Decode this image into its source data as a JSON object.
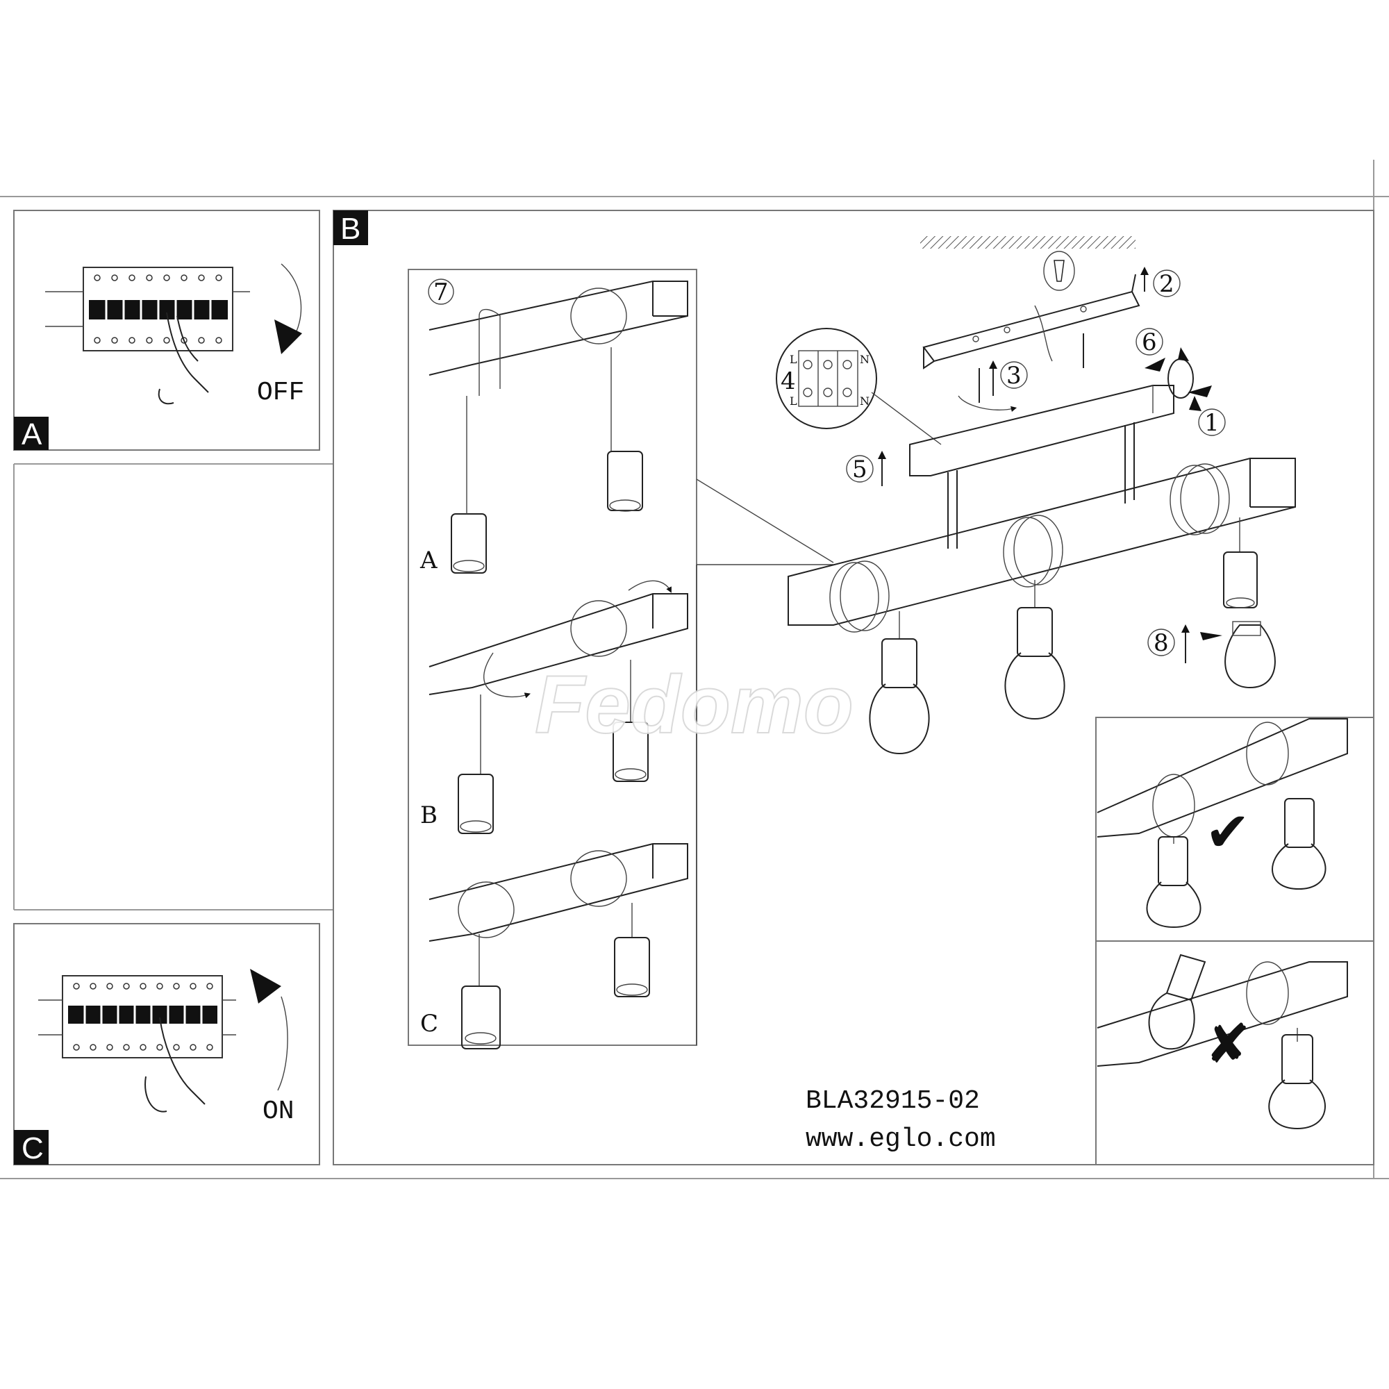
{
  "panels": {
    "a": {
      "tag": "A",
      "switch_label": "OFF"
    },
    "b": {
      "tag": "B",
      "steps": [
        "1",
        "2",
        "3",
        "4",
        "5",
        "6",
        "7",
        "8"
      ],
      "terminal": {
        "left_top": "L",
        "left_bottom": "L",
        "right_top": "N",
        "right_bottom": "N"
      },
      "variants": [
        "A",
        "B",
        "C"
      ],
      "watermark": "Fedomo",
      "check_mark": "✔",
      "cross_mark": "✘"
    },
    "c": {
      "tag": "C",
      "switch_label": "ON"
    }
  },
  "footer": {
    "model": "BLA32915-02",
    "website": "www.eglo.com"
  }
}
